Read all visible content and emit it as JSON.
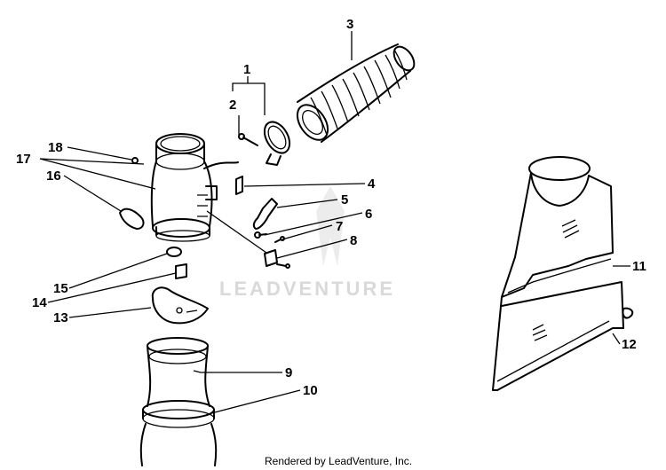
{
  "callouts": {
    "c1": "1",
    "c2": "2",
    "c3": "3",
    "c4": "4",
    "c5": "5",
    "c6": "6",
    "c7": "7",
    "c8": "8",
    "c9": "9",
    "c10": "10",
    "c11": "11",
    "c12": "12",
    "c13": "13",
    "c14": "14",
    "c15": "15",
    "c16": "16",
    "c17": "17",
    "c18": "18"
  },
  "watermark": "LEADVENTURE",
  "footer": "Rendered by LeadVenture, Inc.",
  "colors": {
    "line": "#000000",
    "watermark": "#d9d9d9",
    "background": "#ffffff"
  }
}
